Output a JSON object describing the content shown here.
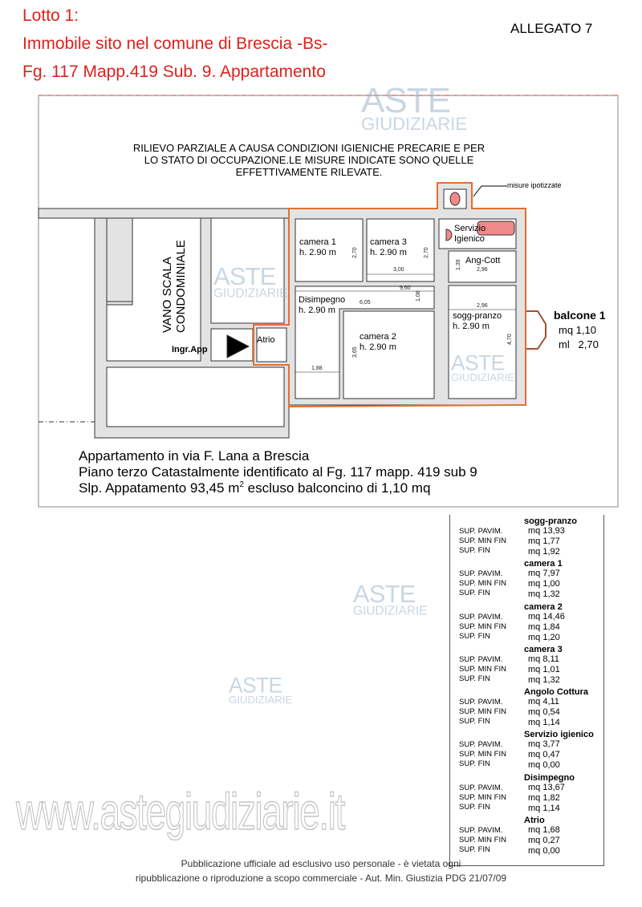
{
  "header": {
    "line1": "Lotto 1:",
    "line2": "Immobile sito nel comune di Brescia -Bs-",
    "line3": "Fg. 117 Mapp.419 Sub. 9. Appartamento",
    "attachment": "ALLEGATO 7"
  },
  "plan": {
    "note": [
      "RILIEVO PARZIALE A CAUSA CONDIZIONI IGIENICHE PRECARIE E PER",
      "LO STATO DI OCCUPAZIONE.LE MISURE INDICATE SONO QUELLE",
      "EFFETTIVAMENTE RILEVATE."
    ],
    "misure": "misure ipotizzate",
    "stair": [
      "VANO SCALA",
      "CONDOMINIALE"
    ],
    "entrance": "Ingr.App",
    "rooms": {
      "camera1": [
        "camera 1",
        "h. 2.90 m"
      ],
      "camera3": [
        "camera 3",
        "h. 2.90 m"
      ],
      "servizio": [
        "Servizio",
        "Igienico"
      ],
      "angcott": "Ang-Cott",
      "disimpegno": [
        "Disimpegno",
        "h. 2.90 m"
      ],
      "camera2": [
        "camera 2",
        "h. 2.90 m"
      ],
      "sogg": [
        "sogg-pranzo",
        "h. 2.90 m"
      ],
      "atrio": "Atrio"
    },
    "dims": {
      "d1": "2,70",
      "d2": "2,70",
      "d3": "3,00",
      "d4": "1,39",
      "d5": "2,96",
      "d6": "9,60",
      "d7": "1,08",
      "d8": "6,05",
      "d9": "2,96",
      "d10": "3,65",
      "d11": "4,70",
      "d12": "1,88"
    },
    "balcony": {
      "title": "balcone 1",
      "mq": "mq 1,10",
      "ml": "ml   2,70"
    },
    "caption": [
      "Appartamento in via F. Lana a Brescia",
      "Piano terzo Catastalmente identificato al Fg. 117 mapp. 419 sub 9"
    ],
    "slp_pre": "Slp. Appatamento 93,45 m",
    "slp_sup": "2",
    "slp_post": " escluso balconcino di 1,10 mq"
  },
  "table": {
    "labels": [
      "SUP. PAVIM.",
      "SUP. MIN FIN",
      "SUP. FIN"
    ],
    "sections": [
      {
        "title": "sogg-pranzo",
        "values": [
          "mq 13,93",
          "mq 1,77",
          "mq 1,92"
        ]
      },
      {
        "title": "camera 1",
        "values": [
          "mq 7,97",
          "mq 1,00",
          "mq 1,32"
        ]
      },
      {
        "title": "camera 2",
        "values": [
          "mq 14,46",
          "mq 1,84",
          "mq 1,20"
        ]
      },
      {
        "title": "camera 3",
        "values": [
          "mq 8,11",
          "mq 1,01",
          "mq 1,32"
        ]
      },
      {
        "title": "Angolo Cottura",
        "values": [
          "mq 4,11",
          "mq 0,54",
          "mq 1,14"
        ]
      },
      {
        "title": "Servizio igienico",
        "values": [
          "mq 3,77",
          "mq 0,47",
          "mq 0,00"
        ]
      },
      {
        "title": "Disimpegno",
        "values": [
          "mq 13,67",
          "mq 1,82",
          "mq 1,14"
        ]
      },
      {
        "title": "Atrio",
        "values": [
          "mq 1,68",
          "mq 0,27",
          "mq 0,00"
        ]
      }
    ]
  },
  "watermark": {
    "aste": "ASTE",
    "giudiziarie": "GIUDIZIARIE",
    "site": "www.astegiudiziarie.it"
  },
  "footer": [
    "Pubblicazione ufficiale ad esclusivo uso personale - è vietata ogni",
    "ripubblicazione o riproduzione a scopo commerciale - Aut. Min. Giustizia PDG 21/07/09"
  ]
}
